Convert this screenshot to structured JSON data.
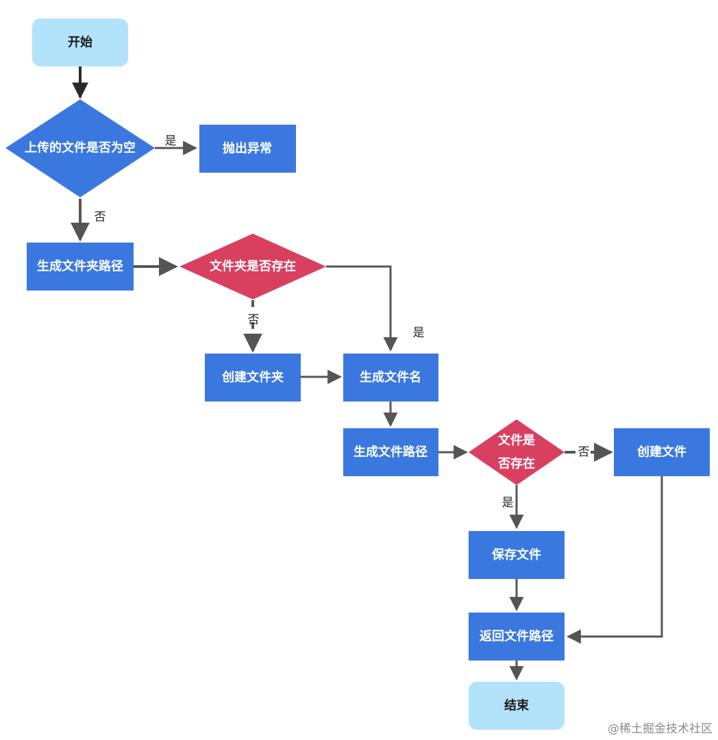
{
  "nodes": {
    "start": "开始",
    "is_empty": "上传的文件是否为空",
    "throw_exception": "抛出异常",
    "gen_folder_path": "生成文件夹路径",
    "folder_exists": "文件夹是否存在",
    "create_folder": "创建文件夹",
    "gen_file_name": "生成文件名",
    "gen_file_path": "生成文件路径",
    "file_exists_line1": "文件是",
    "file_exists_line2": "否存在",
    "create_file": "创建文件",
    "save_file": "保存文件",
    "return_path": "返回文件路径",
    "end": "结束"
  },
  "edge_labels": {
    "empty_yes": "是",
    "empty_no": "否",
    "folder_no": "否",
    "folder_yes": "是",
    "file_no": "否",
    "file_yes": "是"
  },
  "watermark": "@稀土掘金技术社区",
  "colors": {
    "terminal": "#b3e3fa",
    "process": "#3a78e0",
    "decision_primary": "#3a78e0",
    "decision_check": "#d94060",
    "arrow": "#555555",
    "text_on_dark": "#ffffff",
    "text_on_light": "#1a1a1a"
  }
}
